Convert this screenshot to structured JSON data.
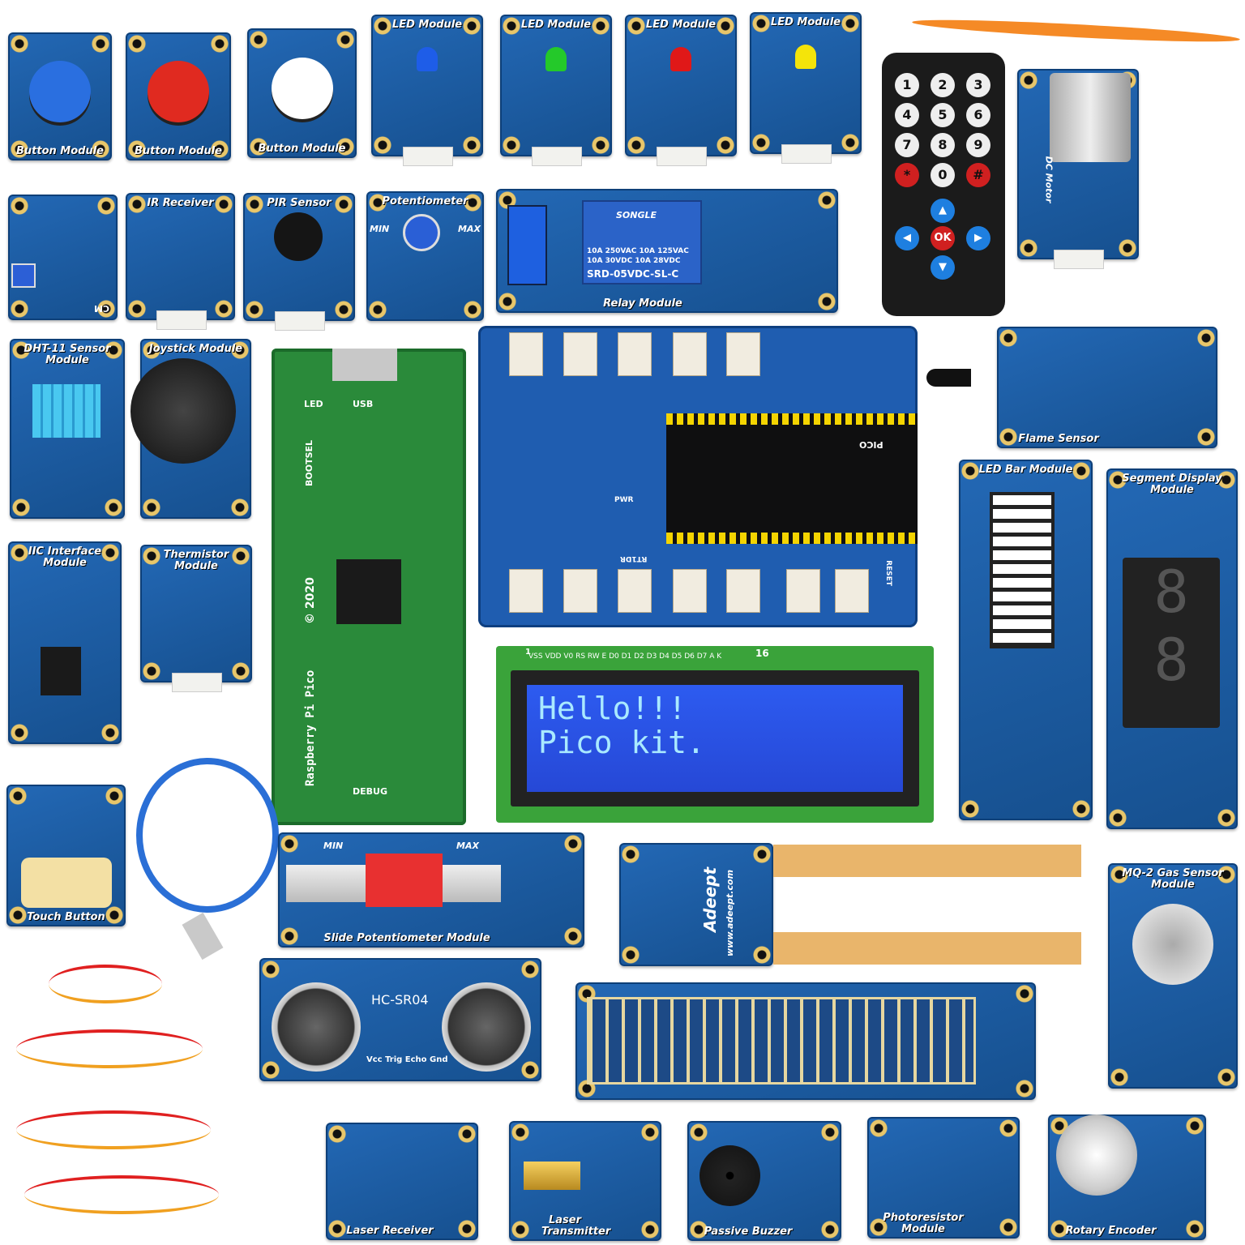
{
  "modules": [
    {
      "label": "Button Module",
      "color": "#2a6fe0"
    },
    {
      "label": "Button Module",
      "color": "#e02a20"
    },
    {
      "label": "Button Module",
      "color": "#ffffff"
    },
    {
      "label": "LED Module",
      "color": "#1e5de8"
    },
    {
      "label": "LED Module",
      "color": "#24c92a"
    },
    {
      "label": "LED Module",
      "color": "#e01818"
    },
    {
      "label": "LED Module",
      "color": "#f4e40a"
    },
    {
      "label": "DC Motor"
    },
    {
      "label": "CM"
    },
    {
      "label": "IR Receiver"
    },
    {
      "label": "PIR Sensor"
    },
    {
      "label": "Potentiometer",
      "min": "MIN",
      "max": "MAX"
    },
    {
      "label": "Relay Module",
      "brand": "SONGLE",
      "model": "SRD-05VDC-SL-C",
      "rating1": "10A 250VAC  10A 125VAC",
      "rating2": "10A 30VDC  10A 28VDC"
    },
    {
      "label": "DHT-11 Sensor Module"
    },
    {
      "label": "Joystick Module"
    },
    {
      "label": "Flame Sensor"
    },
    {
      "label": "LED Bar Module"
    },
    {
      "label": "Segment Display Module"
    },
    {
      "label": "IIC Interface Module"
    },
    {
      "label": "Thermistor Module"
    },
    {
      "label": "Touch Button"
    },
    {
      "label": "Slide Potentiometer Module",
      "min": "MIN",
      "max": "MAX"
    },
    {
      "label": "MQ-2 Gas Sensor Module"
    },
    {
      "label": "HC-SR04",
      "pins": "Vcc Trig Echo Gnd"
    },
    {
      "label": "Laser Receiver"
    },
    {
      "label": "Laser Transmitter"
    },
    {
      "label": "Passive Buzzer"
    },
    {
      "label": "Photoresistor Module"
    },
    {
      "label": "Rotary Encoder"
    }
  ],
  "remote": {
    "keys": [
      "1",
      "2",
      "3",
      "4",
      "5",
      "6",
      "7",
      "8",
      "9",
      "*",
      "0",
      "#"
    ],
    "ok": "OK"
  },
  "pico": {
    "name": "Raspberry Pi Pico",
    "year": "© 2020",
    "usb": "USB",
    "bootsel": "BOOTSEL",
    "led": "LED",
    "debug": "DEBUG"
  },
  "expansion": {
    "label": "PICO",
    "reset": "RESET",
    "pwr": "PWR",
    "run": "RT1DR"
  },
  "lcd": {
    "line1": "Hello!!!",
    "line2": "Pico kit.",
    "pins": "VSS VDD V0 RS RW E D0 D1 D2 D3 D4 D5 D6 D7 A K",
    "pin_first": "1",
    "pin_last": "16"
  },
  "soil": {
    "brand": "Adeept",
    "url": "www.adeept.com"
  }
}
